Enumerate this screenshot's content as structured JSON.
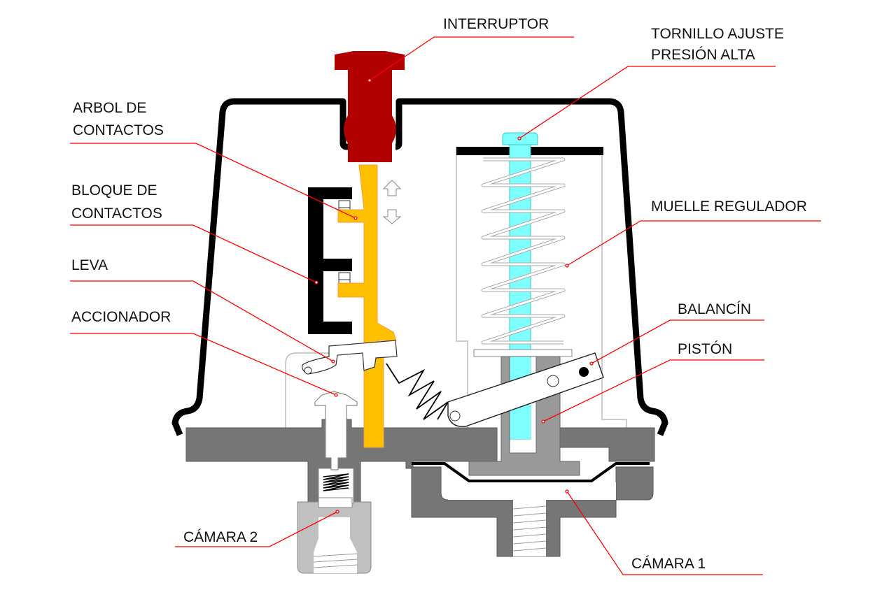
{
  "diagram": {
    "title": "Presostato - sección interna",
    "colors": {
      "leader": "#ff0000",
      "switch_button": "#b00000",
      "contact_shaft": "#ffc000",
      "adjust_screw": "#80ffff",
      "housing": "#000000",
      "base": "#767676",
      "piston": "#999999",
      "fitting": "#c0c0c0"
    },
    "labels": {
      "interruptor": "INTERRUPTOR",
      "tornillo_line1": "TORNILLO  AJUSTE",
      "tornillo_line2": "PRESIÓN ALTA",
      "arbol_line1": "ARBOL DE",
      "arbol_line2": "CONTACTOS",
      "bloque_line1": "BLOQUE DE",
      "bloque_line2": "CONTACTOS",
      "leva": "LEVA",
      "accionador": "ACCIONADOR",
      "muelle": "MUELLE REGULADOR",
      "balancin": "BALANCÍN",
      "piston": "PISTÓN",
      "camara2": "CÁMARA 2",
      "camara1": "CÁMARA 1"
    }
  }
}
